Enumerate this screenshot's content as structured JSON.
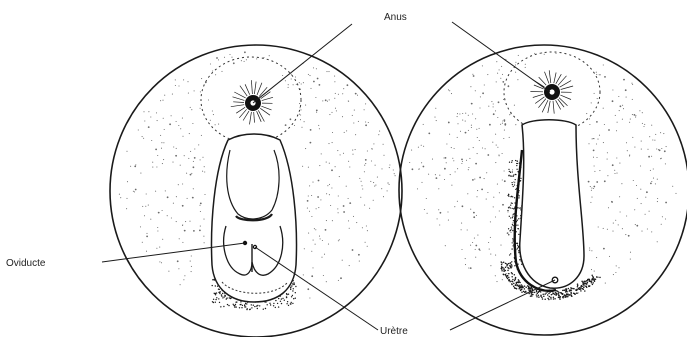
{
  "labels": {
    "anus": "Anus",
    "oviducte": "Oviducte",
    "uretre": "Urètre"
  },
  "colors": {
    "ink": "#1a1a1a",
    "stipple": "#6a6a6a",
    "background": "#ffffff"
  }
}
